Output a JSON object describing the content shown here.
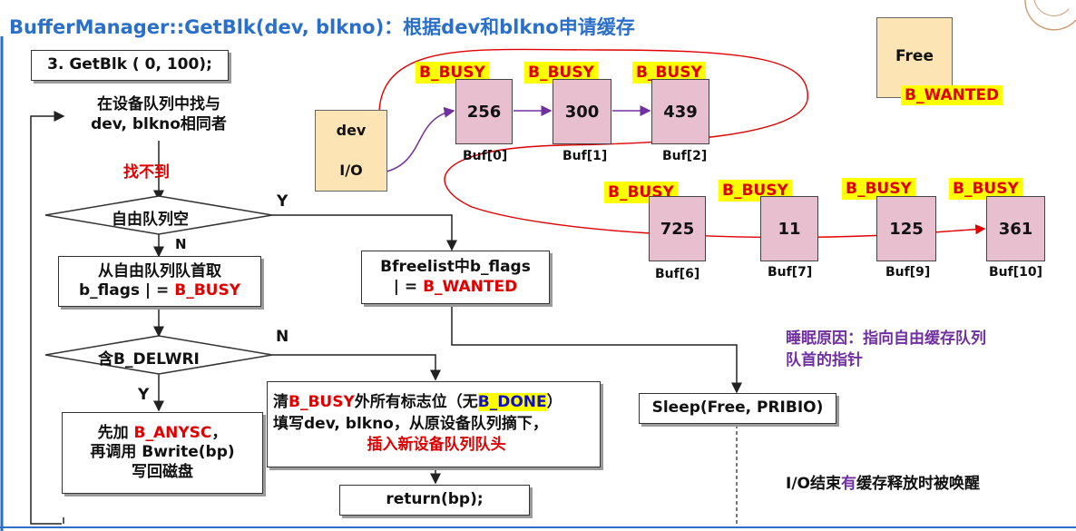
{
  "title": "BufferManager::GetBlk(dev, blkno)：根据dev和blkno申请缓存",
  "step_label": "3. GetBlk ( 0, 100);",
  "flow": {
    "find": [
      "在设备队列中找与",
      "dev, blkno相同者"
    ],
    "not_found": "找不到",
    "cond_free_empty": "自由队列空",
    "Y": "Y",
    "N": "N",
    "take_free": [
      "从自由队列队首取",
      "b_flags |  = ",
      "B_BUSY"
    ],
    "set_wanted": [
      "Bfreelist中b_flags",
      "| = ",
      "B_WANTED"
    ],
    "cond_delwri": "含B_DELWRI",
    "anysc_box": [
      "先加 ",
      "B_ANYSC",
      "，",
      "再调用  Bwrite(bp)",
      "写回磁盘"
    ],
    "clear_box": [
      "清",
      "B_BUSY",
      "外所有标志位（无",
      "B_DONE",
      "）",
      "填写dev, blkno，从原设备队列摘下，",
      "插入新设备队列队头"
    ],
    "return": "return(bp);",
    "sleep": "Sleep(Free, PRIBIO)"
  },
  "devtab": {
    "dev": "dev",
    "io": "I/O"
  },
  "free_box": {
    "label": "Free",
    "tag": "B_WANTED"
  },
  "buffers_row1": [
    {
      "tag": "B_BUSY",
      "value": "256",
      "label": "Buf[0]"
    },
    {
      "tag": "B_BUSY",
      "value": "300",
      "label": "Buf[1]"
    },
    {
      "tag": "B_BUSY",
      "value": "439",
      "label": "Buf[2]"
    }
  ],
  "buffers_row2": [
    {
      "tag": "B_BUSY",
      "value": "725",
      "label": "Buf[6]"
    },
    {
      "tag": "B_BUSY",
      "value": "11",
      "label": "Buf[7]"
    },
    {
      "tag": "B_BUSY",
      "value": "125",
      "label": "Buf[9]"
    },
    {
      "tag": "B_BUSY",
      "value": "361",
      "label": "Buf[10]"
    }
  ],
  "notes": {
    "sleep_reason": [
      "睡眠原因：指向自由缓存队列",
      "队首的指针"
    ],
    "wake": [
      "I/O结束",
      "有",
      "缓存释放时被唤醒"
    ]
  },
  "colors": {
    "title": "#2a6fc9",
    "busy_tag_bg": "#ffff00",
    "red": "#e00000",
    "buffer": "#e7bfcf",
    "purple": "#7030a0",
    "devtab_bg": "#fde4b5"
  }
}
